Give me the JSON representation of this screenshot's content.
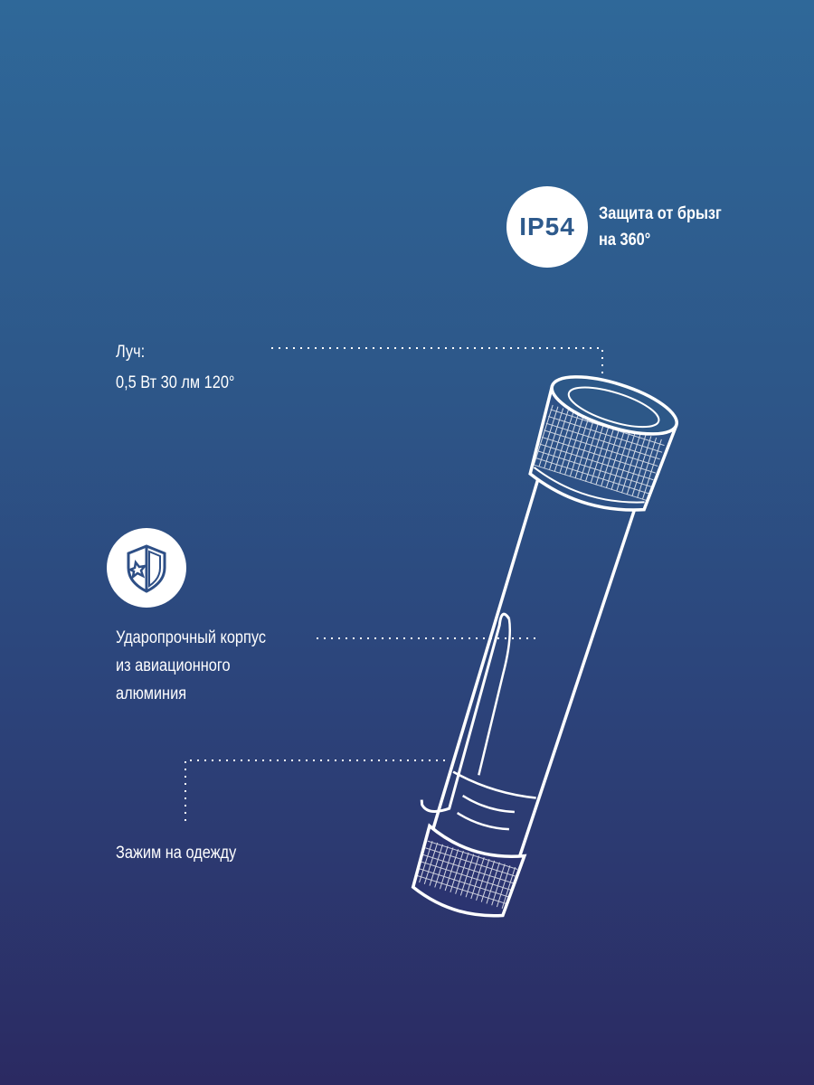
{
  "ip_badge": {
    "label": "IP54"
  },
  "features": {
    "splash": [
      "Защита от брызг",
      "на 360°"
    ],
    "beam": [
      "Луч:",
      "0,5 Вт 30 лм 120°"
    ],
    "body": [
      "Ударопрочный корпус",
      "из авиационного",
      "алюминия"
    ],
    "clip": [
      "Зажим на одежду"
    ]
  },
  "icons": {
    "shield": "shield-impact-icon",
    "flashlight": "flashlight-illustration"
  }
}
